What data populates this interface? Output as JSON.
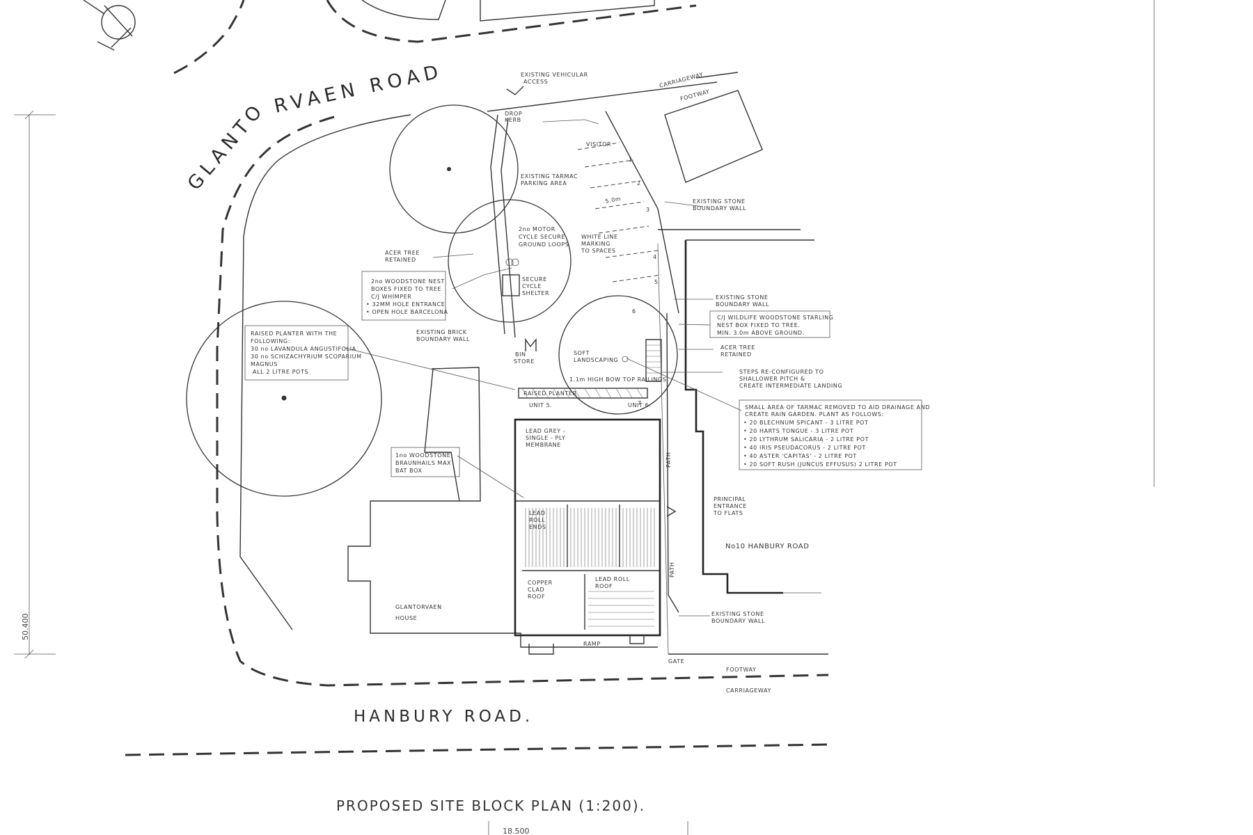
{
  "drawing": {
    "title": "PROPOSED SITE BLOCK PLAN (1:200).",
    "roads": {
      "glantorvaen": "GLANTORVAEN ROAD",
      "hanbury": "HANBURY ROAD."
    },
    "dimensions": {
      "vertical": "50.400",
      "horizontal": "18.500"
    },
    "labels": {
      "existing_vehicular_access": [
        "EXISTING VEHICULAR",
        "ACCESS"
      ],
      "carriageway_top": "CARRIAGEWAY",
      "footway_top": "FOOTWAY",
      "drop_kerb": [
        "DROP",
        "KERB"
      ],
      "visitor": "VISITOR",
      "existing_tarmac": [
        "EXISTING TARMAC",
        "PARKING AREA"
      ],
      "existing_stone_wall_1": [
        "EXISTING STONE",
        "BOUNDARY WALL"
      ],
      "five_m": "5.0m",
      "white_line": [
        "WHITE LINE",
        "MARKING",
        "TO SPACES"
      ],
      "motor_cycle": [
        "2no MOTOR",
        "CYCLE SECURE",
        "GROUND LOOPS"
      ],
      "secure_cycle": [
        "SECURE",
        "CYCLE",
        "SHELTER"
      ],
      "acer_tree_1": [
        "ACER TREE",
        "RETAINED"
      ],
      "woodstone_nest": [
        "2no WOODSTONE NEST",
        "BOXES FIXED TO TREE",
        "C/J WHIMPER",
        "• 32MM HOLE ENTRANCE",
        "• OPEN HOLE BARCELONA"
      ],
      "existing_stone_wall_2": [
        "EXISTING STONE",
        "BOUNDARY WALL"
      ],
      "wildlife_box": [
        "C/J WILDLIFE WOODSTONE STARLING",
        "NEST BOX FIXED TO TREE.",
        "MIN. 3.0m ABOVE GROUND."
      ],
      "raised_planter": [
        "RAISED PLANTER WITH THE",
        "FOLLOWING:",
        "30 no LAVANDULA ANGUSTIFOLIA",
        "30 no SCHIZACHYRIUM SCOPARIUM",
        "MAGNUS",
        "ALL 2 LITRE POTS"
      ],
      "existing_brick": [
        "EXISTING BRICK",
        "BOUNDARY WALL"
      ],
      "bin_store": [
        "BIN",
        "STORE"
      ],
      "soft_landscaping": [
        "SOFT",
        "LANDSCAPING"
      ],
      "acer_tree_2": [
        "ACER TREE",
        "RETAINED"
      ],
      "steps": [
        "STEPS RE-CONFIGURED TO",
        "SHALLOWER PITCH &",
        "CREATE INTERMEDIATE LANDING"
      ],
      "railings": "1.1m HIGH BOW TOP RAILINGS",
      "raised_planter_2": "RAISED PLANTER",
      "unit5": "UNIT 5.",
      "unit6": "UNIT 6.",
      "rain_garden": [
        "SMALL AREA OF TARMAC REMOVED TO AID DRAINAGE AND",
        "CREATE RAIN GARDEN. PLANT AS FOLLOWS:",
        "• 20 BLECHNUM SPICANT - 3 LITRE POT",
        "• 20 HARTS TONGUE - 3 LITRE POT",
        "• 20 LYTHRUM SALICARIA - 2 LITRE POT",
        "• 40 IRIS PSEUDACORUS - 2 LITRE POT",
        "• 40 ASTER 'CAPITAS' - 2 LITRE POT",
        "• 20 SOFT RUSH (JUNCUS EFFUSUS) 2 LITRE POT"
      ],
      "lead_grey": [
        "LEAD GREY -",
        "SINGLE - PLY",
        "MEMBRANE"
      ],
      "woodstone_bat": [
        "1no WOODSTONE",
        "BRAUNHAILS MAX",
        "BAT BOX"
      ],
      "principal_entrance": [
        "PRINCIPAL",
        "ENTRANCE",
        "TO FLATS"
      ],
      "path_1": "PATH",
      "path_2": "PATH",
      "lead_roll_ends": [
        "LEAD",
        "ROLL",
        "ENDS"
      ],
      "no10": "No10 HANBURY ROAD",
      "copper": [
        "COPPER",
        "CLAD",
        "ROOF"
      ],
      "lead_roll_roof": [
        "LEAD ROLL",
        "ROOF"
      ],
      "glantorvaen_house": [
        "GLANTORVAEN",
        "HOUSE"
      ],
      "existing_stone_wall_3": [
        "EXISTING STONE",
        "BOUNDARY WALL"
      ],
      "ramp": "RAMP",
      "gate": "GATE",
      "footway_bottom": "FOOTWAY",
      "carriageway_bottom": "CARRIAGEWAY",
      "bay_numbers": [
        "1",
        "2",
        "3",
        "4",
        "5",
        "6",
        "7"
      ]
    }
  }
}
